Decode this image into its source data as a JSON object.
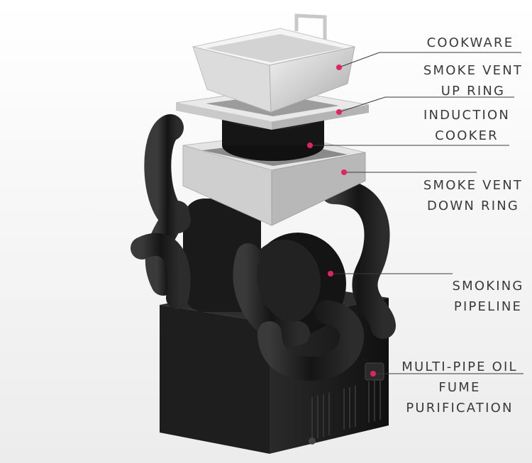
{
  "colors": {
    "background": "#f3f3f3",
    "marker": "#e0245e",
    "leader_line": "#3a3a3a",
    "label_text": "#3a3a3a",
    "steel": "#d6d6d6",
    "black_body": "#1b1b1b"
  },
  "labels": {
    "cookware": [
      "COOKWARE"
    ],
    "smoke_vent_up_ring": [
      "SMOKE VENT",
      "UP RING"
    ],
    "induction_cooker": [
      "INDUCTION",
      "COOKER"
    ],
    "smoke_vent_down_ring": [
      "SMOKE VENT",
      "DOWN RING"
    ],
    "smoking_pipeline": [
      "SMOKING",
      "PIPELINE"
    ],
    "purification": [
      "MULTI-PIPE OIL",
      "FUME",
      "PURIFICATION"
    ]
  }
}
